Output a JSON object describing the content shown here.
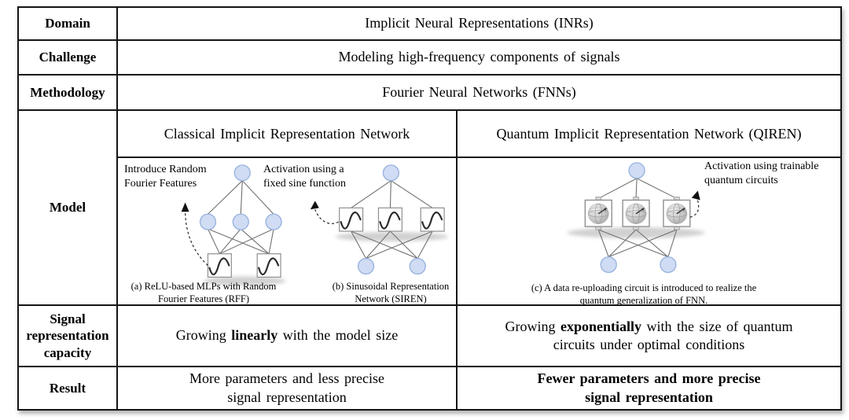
{
  "colors": {
    "node_fill": "#cfdcf3",
    "node_stroke": "#9ab4e0",
    "table_border": "#151515",
    "edge_line": "#707070"
  },
  "table": {
    "domain": {
      "label": "Domain",
      "value": "Implicit Neural Representations (INRs)"
    },
    "challenge": {
      "label": "Challenge",
      "value": "Modeling high-frequency components of signals"
    },
    "methodology": {
      "label": "Methodology",
      "value": "Fourier Neural Networks (FNNs)"
    },
    "model": {
      "label": "Model",
      "classical_header": "Classical Implicit Representation Network",
      "quantum_header": "Quantum Implicit Representation Network (QIREN)",
      "annotation_rff": "Introduce Random\nFourier Features",
      "annotation_sine": "Activation using a\nfixed sine function",
      "annotation_quantum": "Activation using trainable\nquantum circuits",
      "caption_a": "(a) ReLU-based MLPs with Random\nFourier Features (RFF)",
      "caption_b": "(b) Sinusoidal Representation\nNetwork (SIREN)",
      "caption_c": "(c) A data re-uploading circuit is introduced to realize the\nquantum generalization of FNN."
    },
    "capacity": {
      "label": "Signal\nrepresentation\ncapacity",
      "classical": {
        "pre": "Growing",
        "bold": "linearly",
        "post": "with the model size"
      },
      "quantum": {
        "pre": "Growing",
        "bold": "exponentially",
        "post": "with the size of quantum\ncircuits under optimal conditions"
      }
    },
    "result": {
      "label": "Result",
      "classical": "More parameters and less precise\nsignal representation",
      "quantum": "Fewer parameters and more precise\nsignal representation"
    }
  }
}
